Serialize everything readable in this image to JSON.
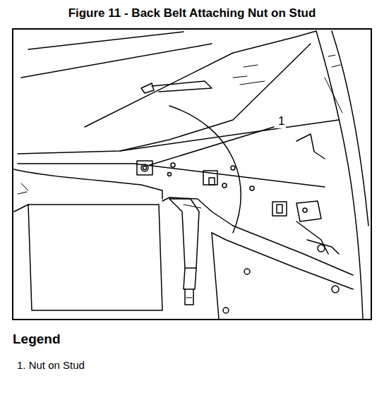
{
  "diagram": {
    "title": "Figure 11 - Back Belt Attaching Nut on Stud",
    "labels": [
      "1",
      "Legend",
      "1. Nut on Stud"
    ]
  }
}
